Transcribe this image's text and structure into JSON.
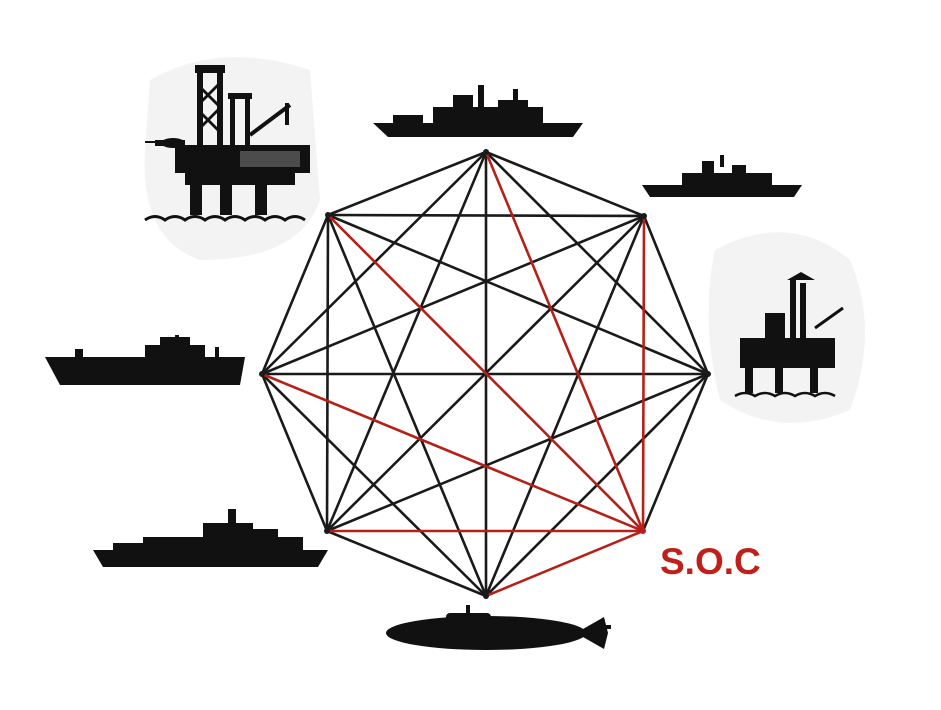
{
  "diagram": {
    "label": "S.O.C",
    "colors": {
      "mesh_edge": "#1a1a1a",
      "highlight_edge": "#b52018",
      "label": "#c0201a",
      "silhouette": "#111111"
    },
    "nodes": [
      {
        "id": "n-top",
        "icon": "warship-icon"
      },
      {
        "id": "n-top-right",
        "icon": "amphibious-ship-icon"
      },
      {
        "id": "n-right",
        "icon": "offshore-platform-icon"
      },
      {
        "id": "n-bottom-right",
        "icon": "soc-hub"
      },
      {
        "id": "n-bottom",
        "icon": "submarine-icon"
      },
      {
        "id": "n-bottom-left",
        "icon": "frigate-icon"
      },
      {
        "id": "n-left",
        "icon": "research-vessel-icon"
      },
      {
        "id": "n-top-left",
        "icon": "oil-rig-icon"
      }
    ],
    "highlight_hub": "n-bottom-right",
    "topology": "complete-graph"
  }
}
